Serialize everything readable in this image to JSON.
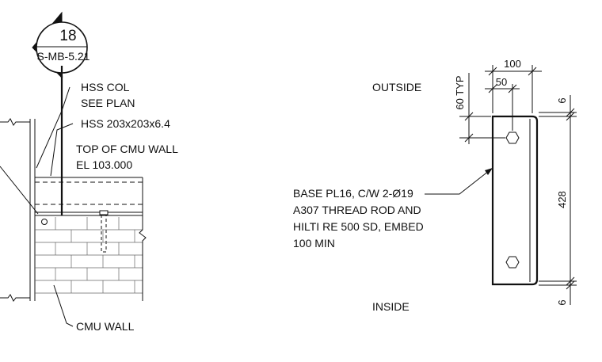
{
  "section_marker": {
    "number": "18",
    "sheet_ref": "S-MB-5.21"
  },
  "left_detail": {
    "hss_col": [
      "HSS COL",
      "SEE PLAN"
    ],
    "hss_size": "HSS 203x203x6.4",
    "top_of_wall": [
      "TOP OF CMU WALL",
      "EL 103.000"
    ],
    "cmu_wall": "CMU WALL"
  },
  "right_detail": {
    "outside": "OUTSIDE",
    "inside": "INSIDE",
    "base_plate": [
      "BASE PL16, C/W 2-Ø19",
      "A307 THREAD ROD AND",
      "HILTI RE 500 SD, EMBED",
      "100 MIN"
    ],
    "dimensions": {
      "width": "100",
      "bolt_offset": "50",
      "typ_edge": "60 TYP",
      "top_edge": "6",
      "length": "428",
      "bottom_edge": "6"
    }
  }
}
